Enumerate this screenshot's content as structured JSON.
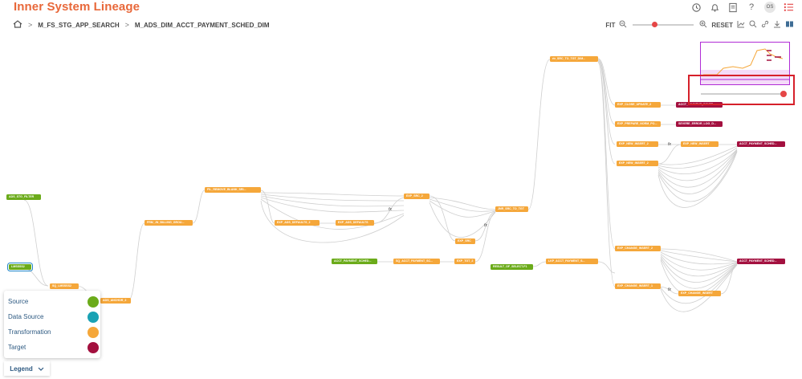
{
  "app": {
    "title": "Inner System Lineage"
  },
  "user": {
    "initials": "OS"
  },
  "breadcrumb": {
    "item1": "M_FS_STG_APP_SEARCH",
    "item2": "M_ADS_DIM_ACCT_PAYMENT_SCHED_DIM"
  },
  "toolbar": {
    "fit_label": "FIT",
    "reset_label": "RESET"
  },
  "legend": {
    "button_label": "Legend",
    "items": [
      {
        "label": "Source",
        "color": "#6bab1a"
      },
      {
        "label": "Data Source",
        "color": "#1aa2b4"
      },
      {
        "label": "Transformation",
        "color": "#f5a73a"
      },
      {
        "label": "Target",
        "color": "#a3103f"
      }
    ]
  },
  "nodes": {
    "ads_stg_filter": "ADS_STG_FILTER",
    "lms": "LMSSSS2",
    "sq_lms": "SQ_LMSSSS2",
    "ads_anchor": "ADS_ANCHOR_2",
    "frm_billing": "FRM_JN_BILLING_GROU...",
    "fil_remove": "FIL_REMOVE_BLANK_SRI...",
    "exp_ads_defaults": "EXP_ADS_DEFAULTS_2",
    "exp_ads_defaults2": "EXP_ADS_DEFAULTS",
    "exp_src": "EXP_SRC_2",
    "exp_src2": "EXP_SRC",
    "acct_payment_src": "ACCT_PAYMENT_SCHED...",
    "sq_acct_payment": "SQ_ACCT_PAYMENT_SC...",
    "exp_tgt": "EXP_TGT_2",
    "result_select": "RESULT_OF_SELECT-F1",
    "lkp_acct": "LKP_ACCT_PAYMENT_S...",
    "jnr_src_to_tgt": "JNR_SRC_TO_TGT",
    "rtr_src_to_tgt": "rtr_SRC_TO_TGT_DIM...",
    "exp_close_update": "EXP_CLOSE_UPDATE_2",
    "acct_payment_sched_t1": "ACCT_PAYMENT_SCHED...",
    "exp_prepare_norm": "EXP_PREPARE_NORM_PO...",
    "severe_error": "SEVERE_ERROR_LOG_D...",
    "exp_new_insert": "EXP_NEW_INSERT_2",
    "exp_new_insert2": "EXP_NEW_INSERT",
    "acct_payment_sched_t2": "ACCT_PAYMENT_SCHED...",
    "exp_new_insert3": "EXP_NEW_INSERT_2",
    "exp_change_insert": "EXP_CHANGE_INSERT_2",
    "acct_payment_sched_t3": "ACCT_PAYMENT_SCHED...",
    "exp_change_insert1": "EXP_CHANGE_INSERT_1",
    "exp_change_insert2": "EXP_CHANGE_INSERT",
    "fx": "fx"
  }
}
